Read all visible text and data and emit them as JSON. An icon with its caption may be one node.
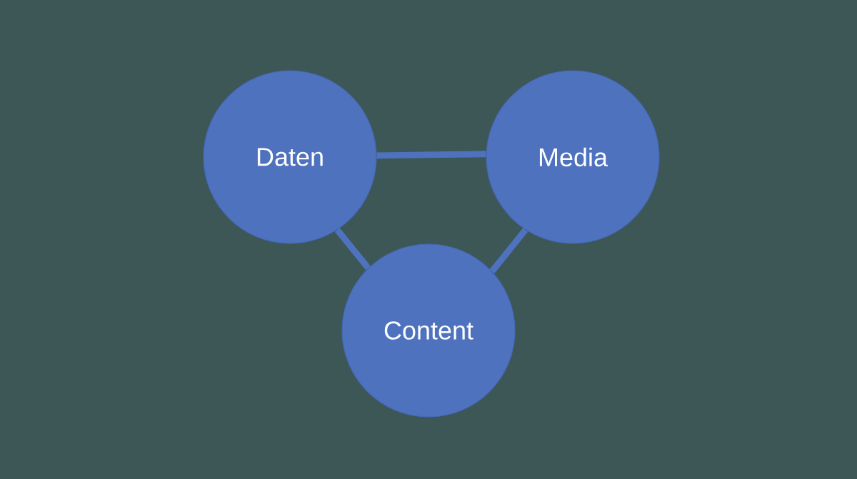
{
  "diagram": {
    "nodes": [
      {
        "text": [
          "Daten"
        ]
      },
      {
        "text": [
          "Media"
        ]
      },
      {
        "text": [
          "Content"
        ]
      }
    ],
    "edges": [
      {
        "from": 0,
        "to": 1,
        "arrow": "none"
      },
      {
        "from": 0,
        "to": 2,
        "arrow": "none"
      },
      {
        "from": 1,
        "to": 2,
        "arrow": "none"
      }
    ]
  }
}
